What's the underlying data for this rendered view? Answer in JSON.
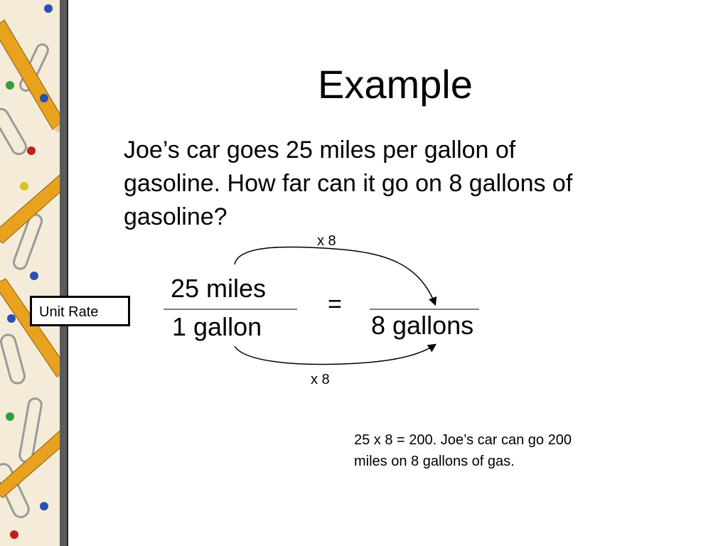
{
  "slide": {
    "title": "Example",
    "problem_lines": [
      "Joe’s car goes 25 miles per gallon of",
      "gasoline.  How far can it go on 8 gallons of",
      "gasoline?"
    ],
    "proportion": {
      "left_numerator": "25 miles",
      "left_denominator": "1 gallon",
      "equals": "=",
      "right_denominator": "8 gallons",
      "top_multiplier": "x 8",
      "bottom_multiplier": "x 8"
    },
    "unit_rate_label": "Unit Rate",
    "answer_lines": [
      "25 x 8 = 200.  Joe’s car can go 200",
      "miles on 8 gallons of gas."
    ]
  },
  "colors": {
    "background": "#ffffff",
    "text": "#000000",
    "pencil": "#e8a21e",
    "strip_bg": "#f4ecd8"
  }
}
